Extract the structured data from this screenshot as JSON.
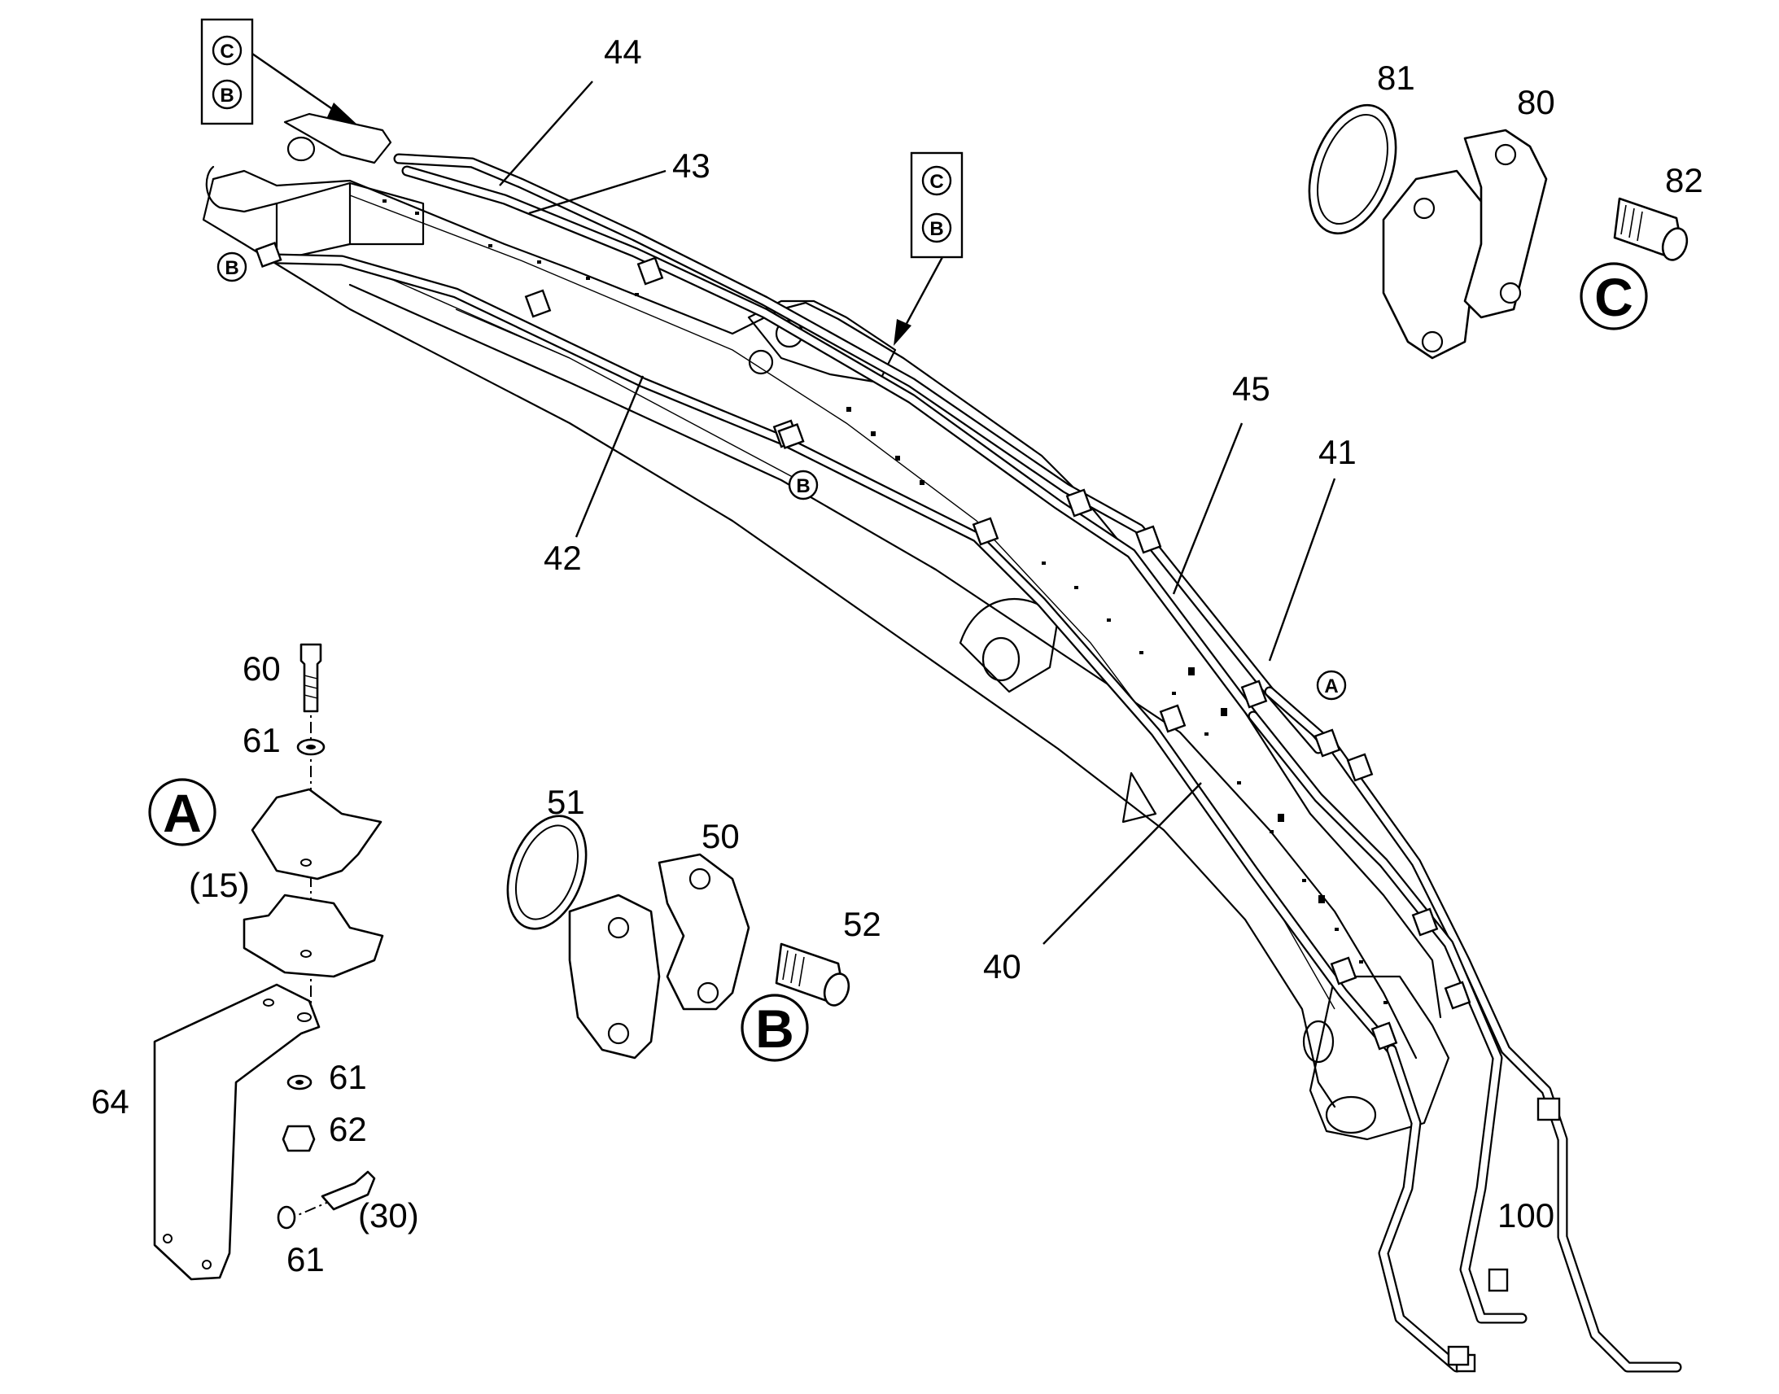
{
  "figure": {
    "detail_markers": {
      "A": "A",
      "B": "B",
      "C": "C"
    },
    "callouts": {
      "p40": "40",
      "p41": "41",
      "p42": "42",
      "p43": "43",
      "p44": "44",
      "p45": "45",
      "p100": "100",
      "p50": "50",
      "p51": "51",
      "p52": "52",
      "p80": "80",
      "p81": "81",
      "p82": "82",
      "p60": "60",
      "p61a": "61",
      "p61b": "61",
      "p61c": "61",
      "p62": "62",
      "p64": "64",
      "p15": "(15)",
      "p30": "(30)"
    }
  }
}
